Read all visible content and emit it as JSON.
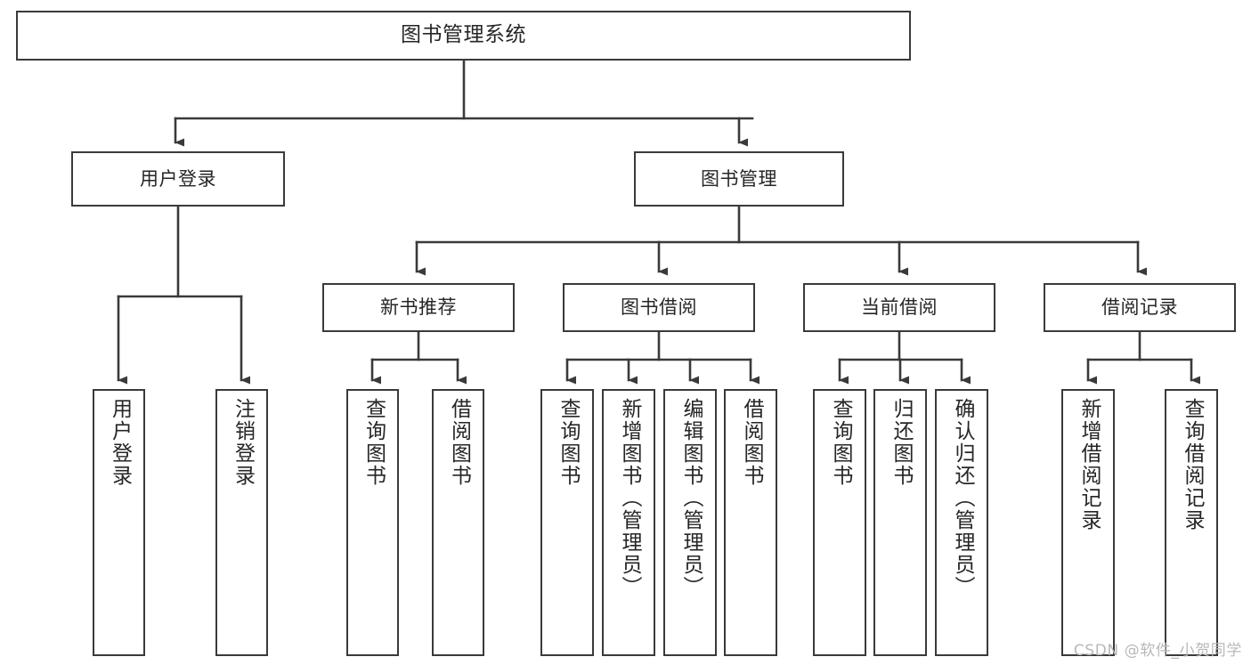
{
  "diagram": {
    "title": "图书管理系统",
    "type": "tree",
    "watermark": "CSDN @软件_小贺同学",
    "colors": {
      "border": "#3a3a3a",
      "text": "#262626",
      "background": "#ffffff",
      "watermark": "#b8b8b8"
    },
    "root": {
      "label": "图书管理系统"
    },
    "level2": [
      {
        "label": "用户登录"
      },
      {
        "label": "图书管理"
      }
    ],
    "level3": [
      {
        "label": "新书推荐"
      },
      {
        "label": "图书借阅"
      },
      {
        "label": "当前借阅"
      },
      {
        "label": "借阅记录"
      }
    ],
    "leaves": {
      "user_login": [
        {
          "label": "用户登录"
        },
        {
          "label": "注销登录"
        }
      ],
      "new_book": [
        {
          "label": "查询图书"
        },
        {
          "label": "借阅图书"
        }
      ],
      "book_borrow": [
        {
          "label": "查询图书"
        },
        {
          "label": "新增图书（管理员）"
        },
        {
          "label": "编辑图书（管理员）"
        },
        {
          "label": "借阅图书"
        }
      ],
      "current_borrow": [
        {
          "label": "查询图书"
        },
        {
          "label": "归还图书"
        },
        {
          "label": "确认归还（管理员）"
        }
      ],
      "borrow_record": [
        {
          "label": "新增借阅记录"
        },
        {
          "label": "查询借阅记录"
        }
      ]
    }
  }
}
